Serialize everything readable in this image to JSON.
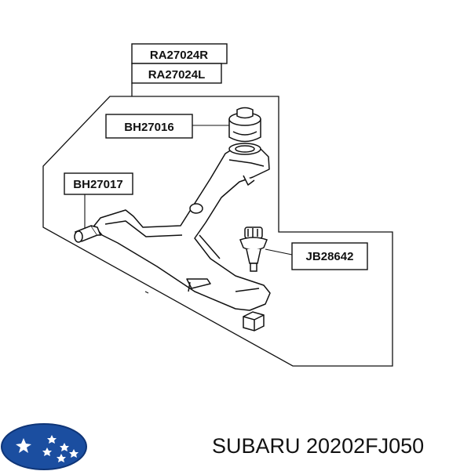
{
  "labels": {
    "assembly_right": "RA27024R",
    "assembly_left": "RA27024L",
    "rear_bushing": "BH27016",
    "front_bushing": "BH27017",
    "ball_joint": "JB28642"
  },
  "footer": {
    "brand_part": "SUBARU 20202FJ050"
  },
  "logo": {
    "name": "subaru-logo",
    "oval_color": "#1b4ea0",
    "star_color": "#ffffff"
  }
}
